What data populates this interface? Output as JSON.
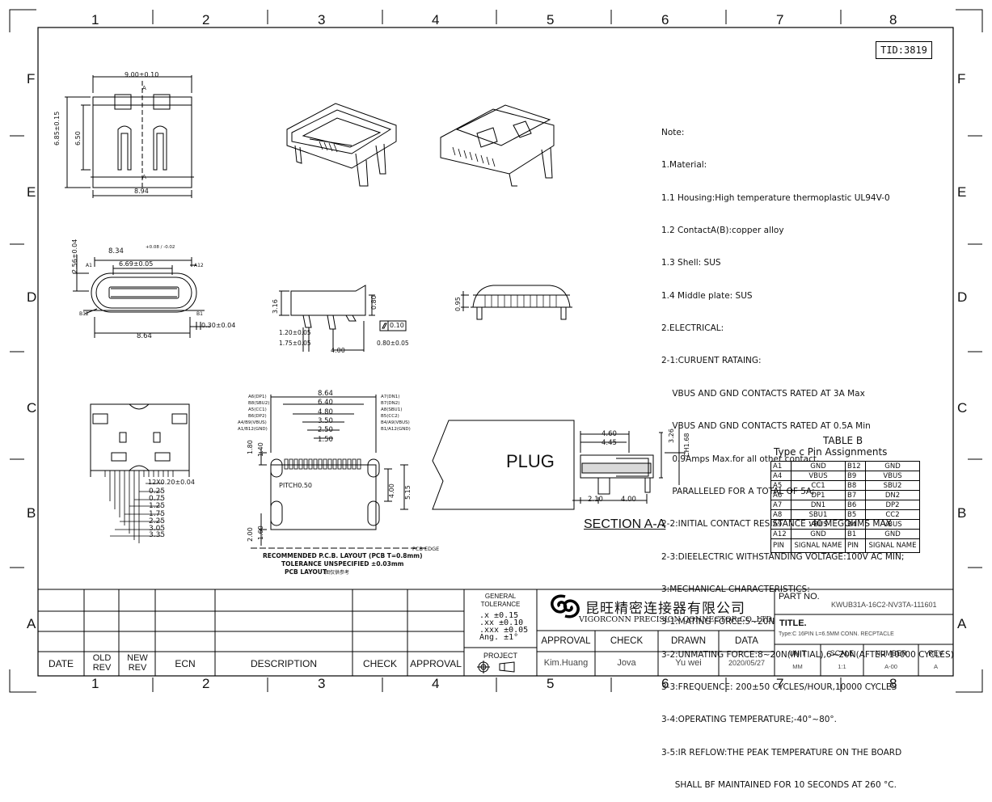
{
  "tid": "TID:3819",
  "zones": {
    "columns": [
      "1",
      "2",
      "3",
      "4",
      "5",
      "6",
      "7",
      "8"
    ],
    "rows": [
      "F",
      "E",
      "D",
      "C",
      "B",
      "A"
    ]
  },
  "notes": [
    "Note:",
    "1.Material:",
    "1.1 Housing:High temperature thermoplastic UL94V-0",
    "1.2 ContactA(B):copper alloy",
    "1.3 Shell: SUS",
    "1.4 Middle plate: SUS",
    "2.ELECTRICAL:",
    "2-1:CURUENT RATAING:",
    "    VBUS AND GND CONTACTS RATED AT 3A Max",
    "    VBUS AND GND CONTACTS RATED AT 0.5A Min",
    "    0.9Amps Max.for all other contact.",
    "    PARALLELED FOR A TOTAL OF 5A;",
    "2-2:INITIAL CONTACT RESISTANCE :40 MEGOHMS MAX",
    "2-3:DIEELECTRIC WITHSTANDING VOLTAGE:100V AC MIN;",
    "3:MECHANICAL CHARACTERISTICS:",
    "3-1:MATING FORCE:5~20N",
    "3-2:UNMATING FORCE:8~20N(INITIAL),6~20N(AFTER 10000 CYCLES)",
    "3-3:FREQUENCE: 200±50 CYCLES/HOUR,10000 CYCLES",
    "3-4:OPERATING TEMPERATURE;-40°~80°.",
    "3-5:IR REFLOW:THE PEAK TEMPERATURE ON THE BOARD",
    "     SHALL BF MAINTAINED FOR 10 SECONDS AT 260 °C."
  ],
  "table_b": {
    "title": "TABLE B",
    "subtitle": "Type c Pin Assignments",
    "rows": [
      [
        "A1",
        "GND",
        "B12",
        "GND"
      ],
      [
        "A4",
        "VBUS",
        "B9",
        "VBUS"
      ],
      [
        "A5",
        "CC1",
        "B8",
        "SBU2"
      ],
      [
        "A6",
        "DP1",
        "B7",
        "DN2"
      ],
      [
        "A7",
        "DN1",
        "B6",
        "DP2"
      ],
      [
        "A8",
        "SBU1",
        "B5",
        "CC2"
      ],
      [
        "A9",
        "VBUS",
        "B4",
        "VBUS"
      ],
      [
        "A12",
        "GND",
        "B1",
        "GND"
      ]
    ],
    "footer": [
      "PIN",
      "SIGNAL NAME",
      "PIN",
      "SIGNAL NAME"
    ]
  },
  "dims": {
    "top_width": "9.00±0.10",
    "top_height_a": "6.85±0.15",
    "top_height_b": "6.50",
    "top_bottom_width": "8.94",
    "front_width": "8.34",
    "front_width_tol": "+0.08 / -0.02",
    "front_inner": "6.69±0.05",
    "front_height": "2.56±0.04",
    "front_bottom": "8.64",
    "front_thick": "0.30±0.04",
    "label_a1": "A1",
    "label_a12": "A12",
    "label_b12": "B12",
    "label_b1": "B1",
    "label_a": "A",
    "side_h": "3.16",
    "side_080": "0.80",
    "side_flat_box": "0.10",
    "side_120": "1.20±0.05",
    "side_175": "1.75±0.05",
    "side_400": "4.00",
    "side_080b": "0.80±0.05",
    "back_095": "0.95",
    "bottom_pitch": "12X0.20±0.04",
    "bottom_stack": [
      "0.25",
      "0.75",
      "1.25",
      "1.75",
      "2.25",
      "3.05",
      "3.35"
    ],
    "pcb_top": [
      "8.64",
      "6.40",
      "4.80",
      "3.50",
      "2.50",
      "1.50"
    ],
    "pcb_left_labels": [
      "A6(DP1)",
      "B8(SBU2)",
      "A5(CC1)",
      "B6(DP2)",
      "A4/B9(VBUS)",
      "A1/B12(GND)"
    ],
    "pcb_right_labels": [
      "A7(DN1)",
      "B7(DN2)",
      "A8(SBU1)",
      "B5(CC2)",
      "B4/A9(VBUS)",
      "B1/A12(GND)"
    ],
    "pcb_180": "1.80",
    "pcb_140": "1.40",
    "pcb_pitch": "PITCH0.50",
    "pcb_400": "4.00",
    "pcb_515": "5.15",
    "pcb_200": "2.00",
    "pcb_160": "1.60",
    "pcb_edge": "PCB EDGE",
    "pcb_caption1": "RECOMMENDED  P.C.B. LAYOUT  (PCB T=0.8mm)",
    "pcb_caption2": "TOLERANCE UNSPECIFIED ±0.03mm",
    "pcb_caption3": "PCB LAYOUT",
    "pcb_caption3b": "图仅供参考",
    "plug": "PLUG",
    "sec_460": "4.60",
    "sec_445": "4.45",
    "sec_326": "3.26",
    "sec_ch": "CH1.68",
    "sec_210": "2.10",
    "sec_400": "4.00",
    "section_title": "SECTION A-A"
  },
  "title_block": {
    "rev_headers": [
      "DATE",
      "OLD REV",
      "NEW REV",
      "ECN",
      "DESCRIPTION",
      "CHECK",
      "APPROVAL"
    ],
    "general_tolerance": "GENERAL TOLERANCE",
    "tolerances": [
      ".x   ±0.15",
      ".xx  ±0.10",
      ".xxx ±0.05",
      "Ang. ±1°"
    ],
    "project": "PROJECT",
    "company_cn": "昆旺精密连接器有限公司",
    "company_en": "VIGORCONN PRECISION CONNECTOR CO.,LTD.",
    "approval_headers": [
      "APPROVAL",
      "CHECK",
      "DRAWN",
      "DATA"
    ],
    "approval_values": [
      "Kim.Huang",
      "Jova",
      "Yu wei",
      "2020/05/27"
    ],
    "part_no_label": "PART NO.",
    "part_no": "KWUB31A-16C2-NV3TA-111601",
    "title_label": "TITLE.",
    "title_value": "Type:C 16PIN L=6.5MM CONN. RECPTACLE",
    "bottom_headers": [
      "UNIT",
      "SCALE",
      "NUMBER",
      "REV"
    ],
    "bottom_values": [
      "MM",
      "1:1",
      "A-00",
      "A"
    ]
  }
}
